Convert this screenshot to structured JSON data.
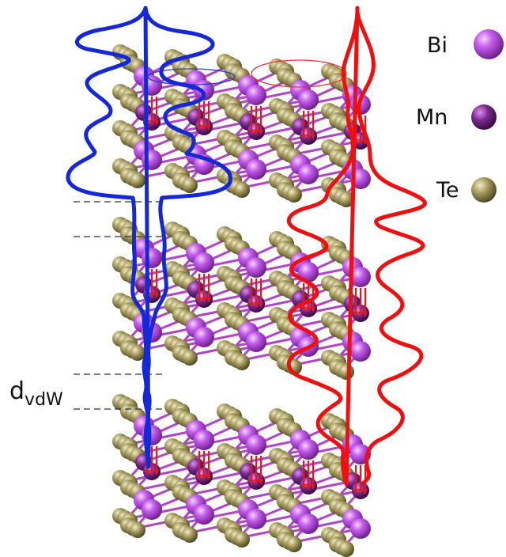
{
  "legend": {
    "items": [
      {
        "label": "Bi",
        "color": "#b44ee0",
        "highlight": "#f3c6ff"
      },
      {
        "label": "Mn",
        "color": "#6a1f7a",
        "highlight": "#d37ae8"
      },
      {
        "label": "Te",
        "color": "#8d8450",
        "highlight": "#e8e2b8"
      }
    ]
  },
  "annotation": {
    "d_main": "d",
    "d_sub": "vdW"
  },
  "colors": {
    "blue_curve": "#1428d8",
    "red_curve": "#ee1010",
    "bond": "#b145c8",
    "spin_arrow": "#e41a1a"
  }
}
